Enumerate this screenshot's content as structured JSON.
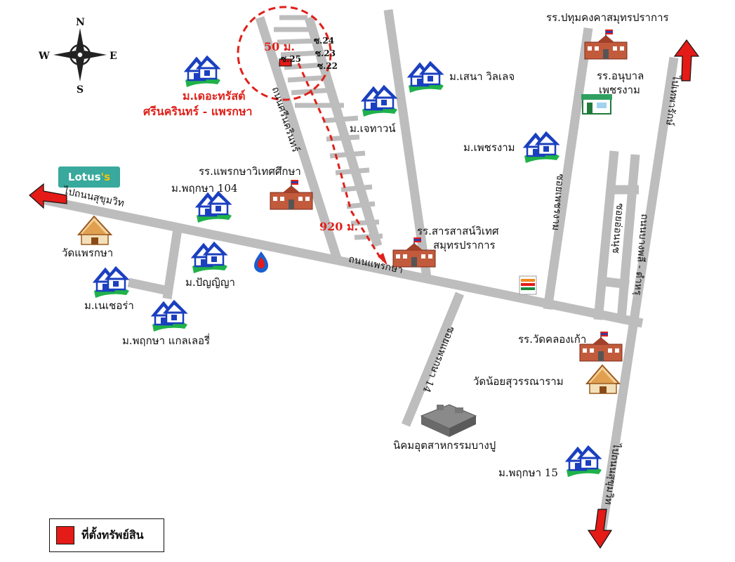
{
  "compass": {
    "n": "N",
    "s": "S",
    "e": "E",
    "w": "W"
  },
  "brand": {
    "lotus_text": "Lotus",
    "lotus_suffix": "'s"
  },
  "labels": {
    "pattana_school": "รร.ปทุมคงคาสมุทรปราการ",
    "anuban_school_1": "รร.อนุบาล",
    "anuban_school_2": "เพชรงาม",
    "m_sena": "ม.เสนา วิลเลจ",
    "m_jaytown": "ม.เจทาวน์",
    "m_petchngam": "ม.เพชรงาม",
    "the_trust_1": "ม.เดอะทรัสต์",
    "the_trust_2": "ศรีนครินทร์ - แพรกษา",
    "praeksa_school": "รร.แพรกษาวิเทศศึกษา",
    "m_pruksa104": "ม.พฤกษา 104",
    "wat_praeksa": "วัดแพรกษา",
    "m_panya": "ม.ปัญญิญา",
    "m_neocherra": "ม.เนเชอร่า",
    "m_pruksa_gallery": "ม.พฤกษา แกลเลอรี่",
    "sarasas_1": "รร.สารสาสน์วิเทศ",
    "sarasas_2": "สมุทรปราการ",
    "wat_klongkao_school": "รร.วัดคลองเก้า",
    "wat_noi": "วัดน้อยสุวรรณาราม",
    "industrial": "นิคมอุตสาหกรรมบางปู",
    "m_pruksa15": "ม.พฤกษา 15",
    "dist_50": "50 ม.",
    "dist_920": "920 ม.",
    "soi_24": "ซ.24",
    "soi_23": "ซ.23",
    "soi_22": "ซ.22",
    "soi_25": "ซ.25"
  },
  "roads": {
    "sukhumvit_west": "ไปถนนสุขุมวิท",
    "praeksa": "ถนนแพรกษา",
    "srinagarindra": "ถนนศรีนครินทร์",
    "soi_praeksa14": "ซอยแพรกษา 14",
    "soi_petchngam": "ซอยเพชรงาม",
    "soi_onnuch": "ซอยอ่อนนุช",
    "bangphli": "ถนนบางพลี - ตำหรุ",
    "to_theparak": "ไปเทพารักษ์",
    "sukhumvit_south": "ไปถนนสุขุมวิท"
  },
  "legend": {
    "label": "ที่ตั้งทรัพย์สิน"
  },
  "colors": {
    "road": "#bdbdbd",
    "accent": "#e0201a",
    "house_blue": "#1a3fbf",
    "house_green": "#1fb24a"
  }
}
